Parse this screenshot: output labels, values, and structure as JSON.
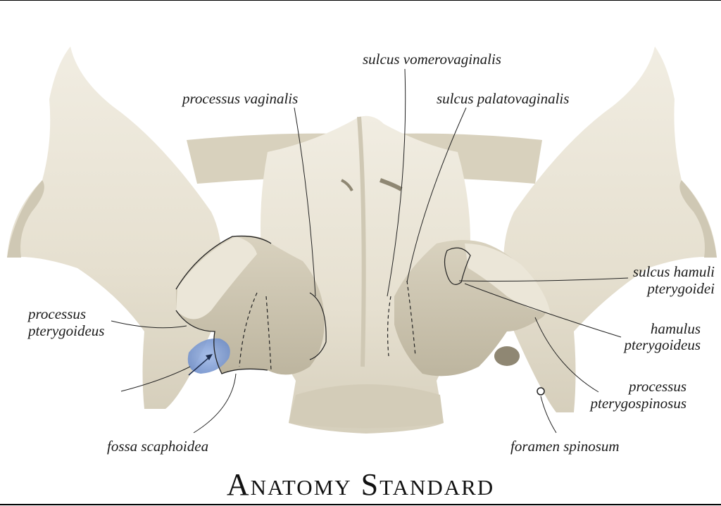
{
  "labels": {
    "processus_vaginalis": "processus vaginalis",
    "sulcus_vomerovaginalis": "sulcus vomerovaginalis",
    "sulcus_palatovaginalis": "sulcus palatovaginalis",
    "processus_pterygoideus_1": "processus",
    "processus_pterygoideus_2": "pterygoideus",
    "fossa_scaphoidea": "fossa scaphoidea",
    "sulcus_hamuli_1": "sulcus hamuli",
    "sulcus_hamuli_2": "pterygoidei",
    "hamulus_1": "hamulus",
    "hamulus_2": "pterygoideus",
    "processus_pterygospinosus_1": "processus",
    "processus_pterygospinosus_2": "pterygospinosus",
    "foramen_spinosum": "foramen spinosum"
  },
  "brand": "Anatomy Standard",
  "colors": {
    "bone": "#e9e4d6",
    "bone_shadow": "#cfc8b4",
    "bone_dark": "#b9b19b",
    "highlight_blue": "#7f9fd6",
    "line": "#222222"
  }
}
